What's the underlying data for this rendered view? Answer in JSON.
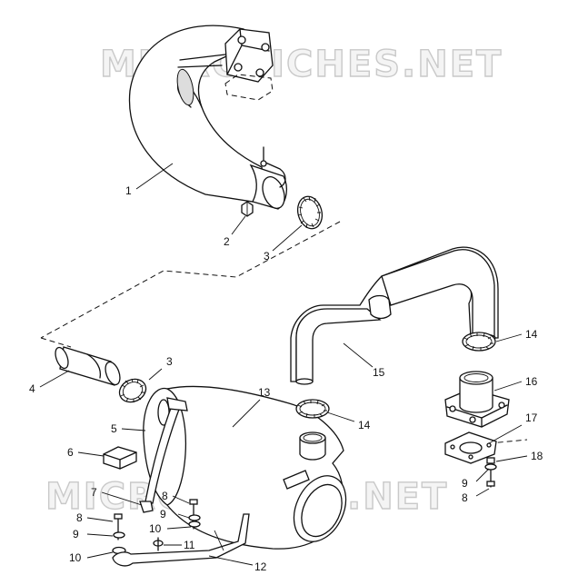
{
  "watermarks": [
    "MICROFICHES.NET",
    "MICROFICHES.NET"
  ],
  "callouts": [
    {
      "id": "c1",
      "label": "1"
    },
    {
      "id": "c2",
      "label": "2"
    },
    {
      "id": "c3a",
      "label": "3"
    },
    {
      "id": "c3b",
      "label": "3"
    },
    {
      "id": "c4",
      "label": "4"
    },
    {
      "id": "c5",
      "label": "5"
    },
    {
      "id": "c6",
      "label": "6"
    },
    {
      "id": "c7",
      "label": "7"
    },
    {
      "id": "c8a",
      "label": "8"
    },
    {
      "id": "c8b",
      "label": "8"
    },
    {
      "id": "c8c",
      "label": "8"
    },
    {
      "id": "c9a",
      "label": "9"
    },
    {
      "id": "c9b",
      "label": "9"
    },
    {
      "id": "c9c",
      "label": "9"
    },
    {
      "id": "c10a",
      "label": "10"
    },
    {
      "id": "c10b",
      "label": "10"
    },
    {
      "id": "c11",
      "label": "11"
    },
    {
      "id": "c12",
      "label": "12"
    },
    {
      "id": "c13",
      "label": "13"
    },
    {
      "id": "c14a",
      "label": "14"
    },
    {
      "id": "c14b",
      "label": "14"
    },
    {
      "id": "c15",
      "label": "15"
    },
    {
      "id": "c16",
      "label": "16"
    },
    {
      "id": "c17",
      "label": "17"
    },
    {
      "id": "c18",
      "label": "18"
    }
  ]
}
